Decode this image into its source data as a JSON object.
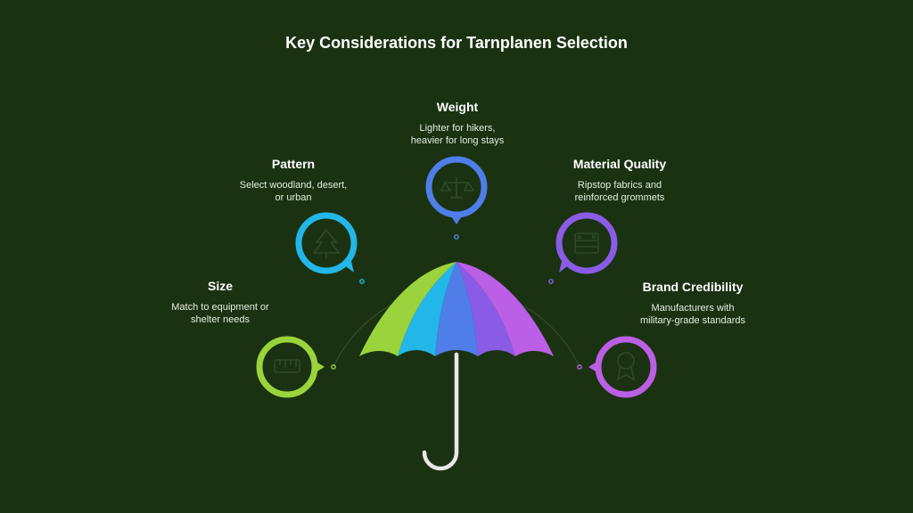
{
  "title": "Key Considerations for Tarnplanen Selection",
  "colors": {
    "background": "#1a3212",
    "size": "#9ad33c",
    "pattern": "#22b7e8",
    "weight": "#4f7ee8",
    "material": "#8a5ce6",
    "brand": "#bb5fe6",
    "handle": "#e8e8e8"
  },
  "considerations": {
    "weight": {
      "label": "Weight",
      "description": [
        "Lighter for hikers,",
        "heavier for long stays"
      ],
      "icon": "scale-icon"
    },
    "pattern": {
      "label": "Pattern",
      "description": [
        "Select woodland, desert,",
        "or urban"
      ],
      "icon": "tree-icon"
    },
    "material": {
      "label": "Material Quality",
      "description": [
        "Ripstop fabrics and",
        "reinforced grommets"
      ],
      "icon": "fabric-icon"
    },
    "size": {
      "label": "Size",
      "description": [
        "Match to equipment or",
        "shelter needs"
      ],
      "icon": "ruler-icon"
    },
    "brand": {
      "label": "Brand Credibility",
      "description": [
        "Manufacturers with",
        "military-grade standards"
      ],
      "icon": "badge-icon"
    }
  }
}
